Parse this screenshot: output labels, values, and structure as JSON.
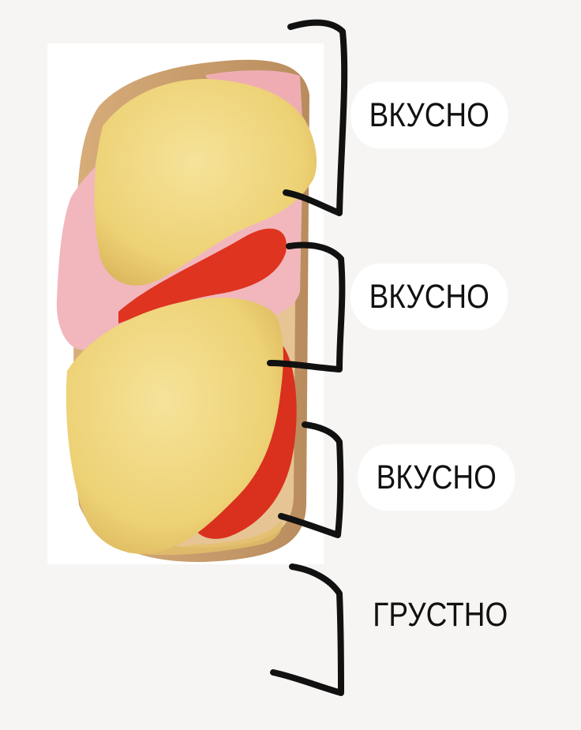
{
  "labels": [
    {
      "text": "ВКУСНО"
    },
    {
      "text": "ВКУСНО"
    },
    {
      "text": "ВКУСНО"
    },
    {
      "text": "ГРУСТНО"
    }
  ],
  "colors": {
    "background": "#f7f5f3",
    "bread_crust": "#c79a6a",
    "bread": "#e8c89c",
    "ham": "#f2b9bd",
    "tomato": "#e0331f",
    "cheese": "#f0d77e",
    "bracket": "#111111"
  }
}
